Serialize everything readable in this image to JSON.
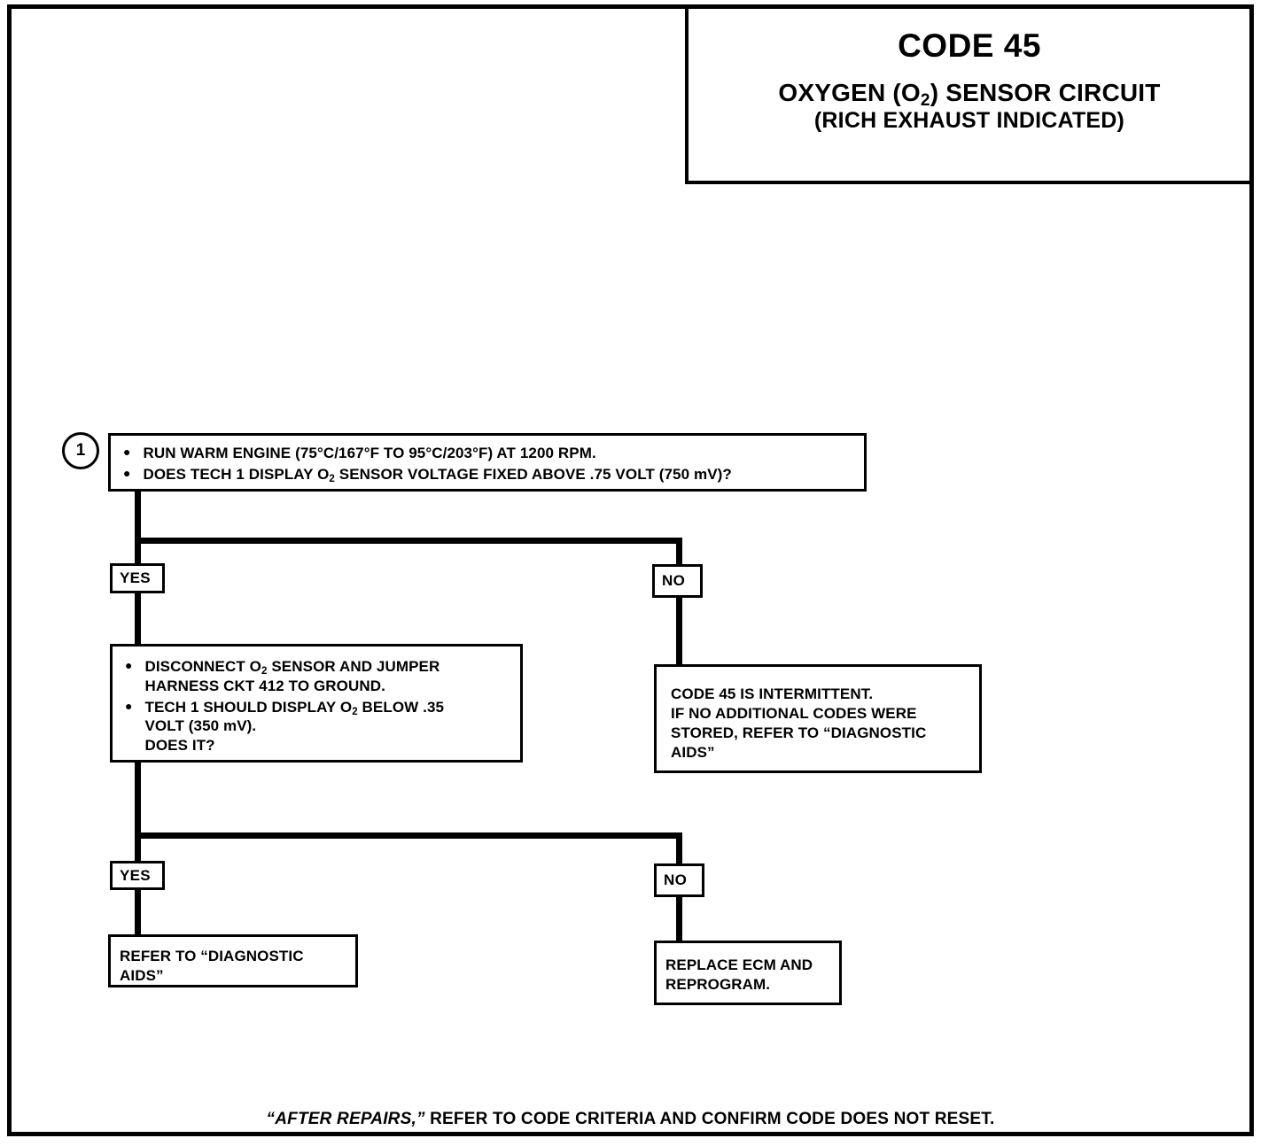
{
  "header": {
    "code_title": "CODE 45",
    "circuit_title_pre": "OXYGEN (O",
    "circuit_title_sub": "2",
    "circuit_title_post": ") SENSOR CIRCUIT",
    "circuit_subtitle": "(RICH EXHAUST INDICATED)"
  },
  "flow": {
    "marker_1": "1",
    "step1": {
      "bullet1_pre": "RUN WARM ENGINE  (75°C/167°F TO 95°C/203°F) AT 1200 RPM.",
      "bullet2_a": "DOES TECH 1 DISPLAY O",
      "bullet2_sub": "2",
      "bullet2_b": " SENSOR  VOLTAGE FIXED ABOVE .75 VOLT  (750 mV)?"
    },
    "disconnect": {
      "bullet1_a": "DISCONNECT O",
      "bullet1_sub": "2",
      "bullet1_b": " SENSOR AND JUMPER\nHARNESS CKT 412 TO GROUND.",
      "bullet2_a": "TECH 1 SHOULD DISPLAY O",
      "bullet2_sub": "2",
      "bullet2_b": " BELOW .35\nVOLT (350 mV).\nDOES IT?"
    },
    "intermittent": "CODE 45 IS INTERMITTENT.\nIF NO ADDITIONAL CODES WERE\nSTORED, REFER TO  “DIAGNOSTIC\nAIDS”",
    "refer_aids": "REFER TO  “DIAGNOSTIC\nAIDS”",
    "replace_ecm": "REPLACE ECM AND\nREPROGRAM.",
    "yes_1": "YES",
    "no_1": "NO",
    "yes_2": "YES",
    "no_2": "NO"
  },
  "footer": {
    "italic_part": "“AFTER REPAIRS,”",
    "rest": " REFER TO CODE CRITERIA AND CONFIRM CODE DOES NOT RESET."
  },
  "colors": {
    "ink": "#000000",
    "paper": "#ffffff"
  }
}
